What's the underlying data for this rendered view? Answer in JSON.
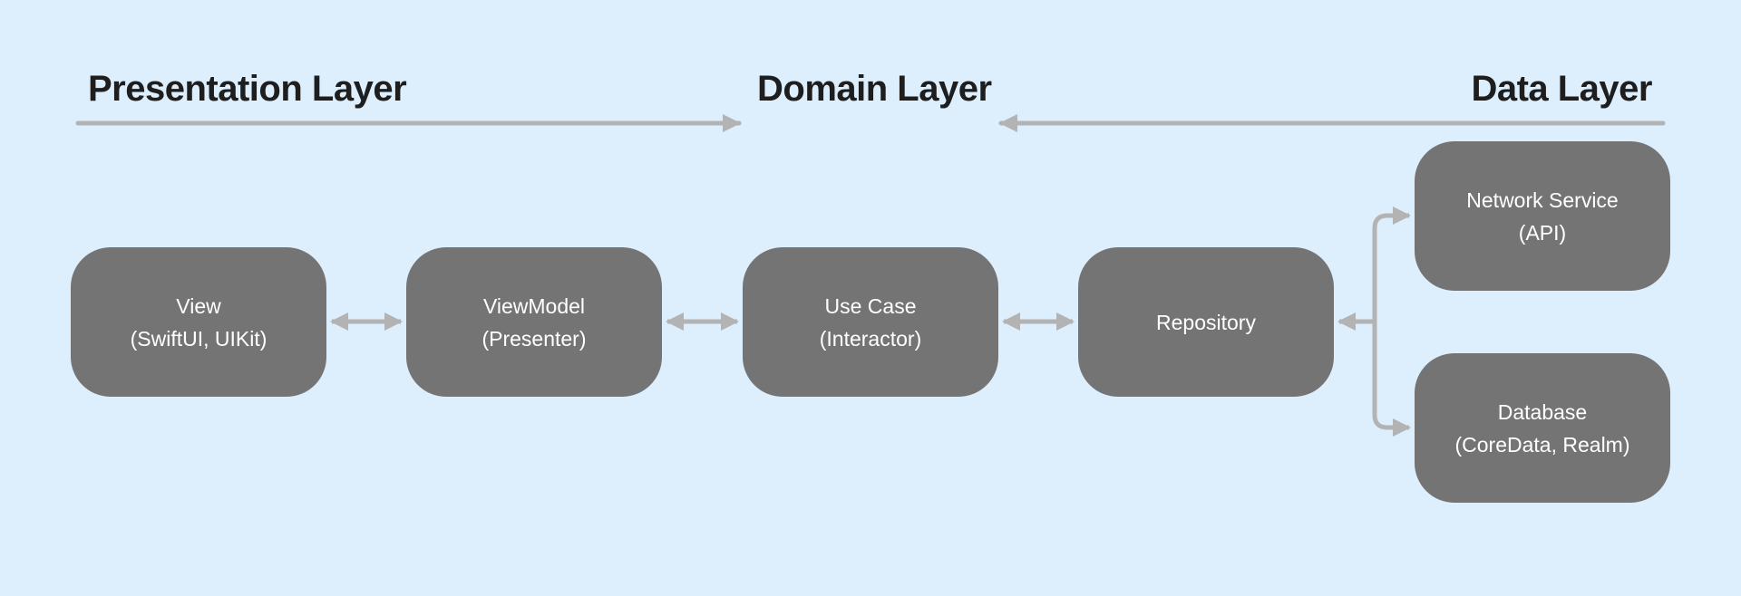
{
  "layers": {
    "presentation": "Presentation Layer",
    "domain": "Domain Layer",
    "data": "Data Layer"
  },
  "nodes": {
    "view": {
      "line1": "View",
      "line2": "(SwiftUI, UIKit)"
    },
    "viewmodel": {
      "line1": "ViewModel",
      "line2": "(Presenter)"
    },
    "usecase": {
      "line1": "Use Case",
      "line2": "(Interactor)"
    },
    "repository": {
      "line1": "Repository"
    },
    "network": {
      "line1": "Network Service",
      "line2": "(API)"
    },
    "database": {
      "line1": "Database",
      "line2": "(CoreData, Realm)"
    }
  },
  "colors": {
    "background": "#ddeefc",
    "node_fill": "#747474",
    "node_text": "#ffffff",
    "arrow": "#b3b3b3",
    "title_text": "#1e1e1e"
  }
}
